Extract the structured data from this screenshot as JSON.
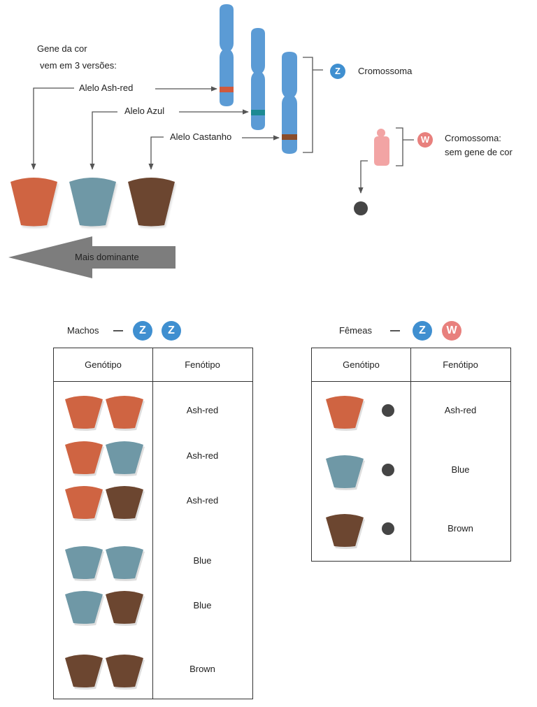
{
  "colors": {
    "ash_red": "#cf6442",
    "blue": "#6f98a6",
    "brown": "#6c4630",
    "chromosome_z": "#5b9bd5",
    "chromosome_w": "#f2a4a4",
    "badge_z": "#3f8fd0",
    "badge_w": "#e8807d",
    "dot": "#454545",
    "arrow": "#7d7d7d"
  },
  "legend": {
    "gene_line1": "Gene da cor",
    "gene_line2": "vem em 3 versões:",
    "allele_ashred": "Alelo Ash-red",
    "allele_blue": "Alelo Azul",
    "allele_brown": "Alelo Castanho",
    "z_badge": "Z",
    "z_label": "Cromossoma",
    "w_badge": "W",
    "w_label_line1": "Cromossoma:",
    "w_label_line2": "sem gene de cor",
    "dominance_label": "Mais dominante"
  },
  "males": {
    "label": "Machos",
    "badges": [
      "Z",
      "Z"
    ],
    "header_genotype": "Genótipo",
    "header_phenotype": "Fenótipo",
    "rows": [
      {
        "genotype": [
          "ash_red",
          "ash_red"
        ],
        "phenotype": "Ash-red"
      },
      {
        "genotype": [
          "ash_red",
          "blue"
        ],
        "phenotype": "Ash-red"
      },
      {
        "genotype": [
          "ash_red",
          "brown"
        ],
        "phenotype": "Ash-red"
      },
      {
        "genotype": [
          "blue",
          "blue"
        ],
        "phenotype": "Blue"
      },
      {
        "genotype": [
          "blue",
          "brown"
        ],
        "phenotype": "Blue"
      },
      {
        "genotype": [
          "brown",
          "brown"
        ],
        "phenotype": "Brown"
      }
    ]
  },
  "females": {
    "label": "Fêmeas",
    "badges": [
      "Z",
      "W"
    ],
    "header_genotype": "Genótipo",
    "header_phenotype": "Fenótipo",
    "rows": [
      {
        "genotype": [
          "ash_red",
          "none"
        ],
        "phenotype": "Ash-red"
      },
      {
        "genotype": [
          "blue",
          "none"
        ],
        "phenotype": "Blue"
      },
      {
        "genotype": [
          "brown",
          "none"
        ],
        "phenotype": "Brown"
      }
    ]
  }
}
